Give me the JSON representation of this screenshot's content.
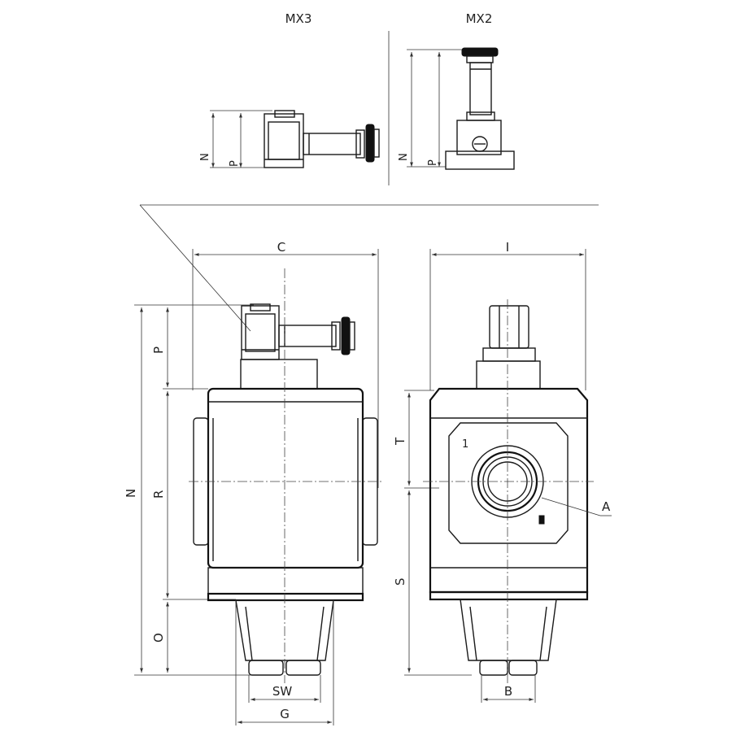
{
  "views": {
    "mx3_title": "MX3",
    "mx2_title": "MX2"
  },
  "mx3": {
    "dim_n": "N",
    "dim_p": "P"
  },
  "mx2": {
    "dim_n": "N",
    "dim_p": "P"
  },
  "front": {
    "dim_c": "C",
    "dim_n": "N",
    "dim_p": "P",
    "dim_r": "R",
    "dim_o": "O",
    "dim_sw": "SW",
    "dim_g": "G"
  },
  "side": {
    "dim_i": "I",
    "dim_t": "T",
    "dim_s": "S",
    "dim_b": "B",
    "callout_a": "A",
    "port_mark": "1"
  }
}
